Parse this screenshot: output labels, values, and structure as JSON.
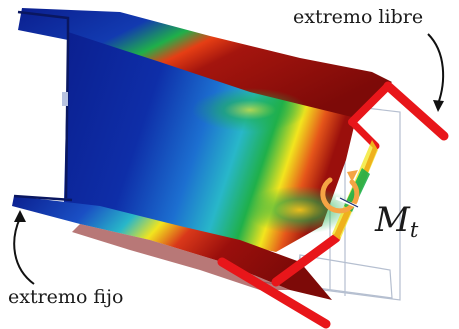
{
  "labels": {
    "free_end": "extremo libre",
    "fixed_end": "extremo fijo",
    "torque_symbol": "M",
    "torque_subscript": "t"
  },
  "colors": {
    "flange_edge": "#e8161a",
    "beam_dark_red": "#8c0c0a",
    "beam_blue": "#0b1f8f",
    "beam_cyan": "#28b7c9",
    "beam_green": "#1fb04a",
    "beam_yellow": "#f2e51e",
    "torque_arrow": "#f5a444",
    "undeformed_outline": "#a9b4c8"
  },
  "icons": {
    "torque": "circular-arrow-icon",
    "pointer": "curved-arrow-icon"
  }
}
